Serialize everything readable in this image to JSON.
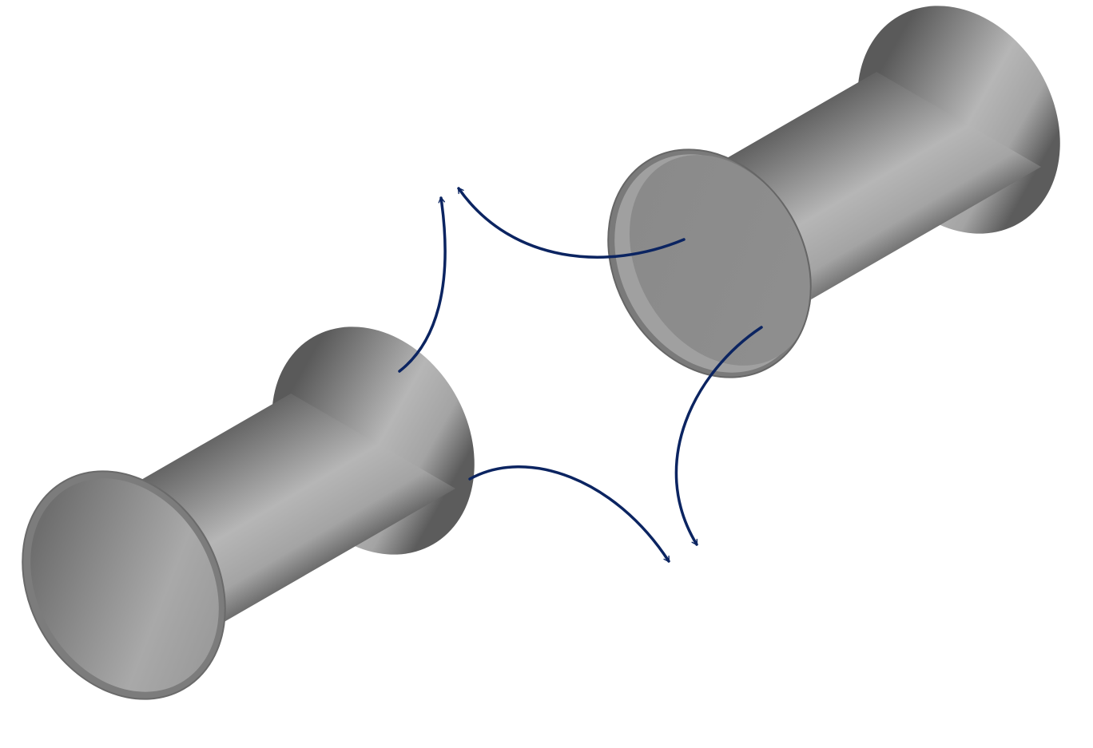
{
  "diagram": {
    "description_text": "",
    "colors": {
      "background": "#ffffff",
      "arrow": "#0b2461",
      "cylinder_dark": "#5e5e5e",
      "cylinder_light": "#b4b4b4",
      "end_face": "#8c8c8c",
      "rim": "#7a7a7a"
    },
    "components": [
      {
        "id": "tube-left",
        "kind": "open-tube"
      },
      {
        "id": "tube-right",
        "kind": "capped-tube"
      }
    ],
    "flow_arrows": [
      {
        "id": "arrow-left-top",
        "from": "tube-left",
        "direction": "up"
      },
      {
        "id": "arrow-right-top",
        "from": "tube-right",
        "direction": "up-left"
      },
      {
        "id": "arrow-right-bottom",
        "from": "tube-right",
        "direction": "down"
      },
      {
        "id": "arrow-left-bottom",
        "from": "tube-left",
        "direction": "down-right"
      }
    ]
  }
}
